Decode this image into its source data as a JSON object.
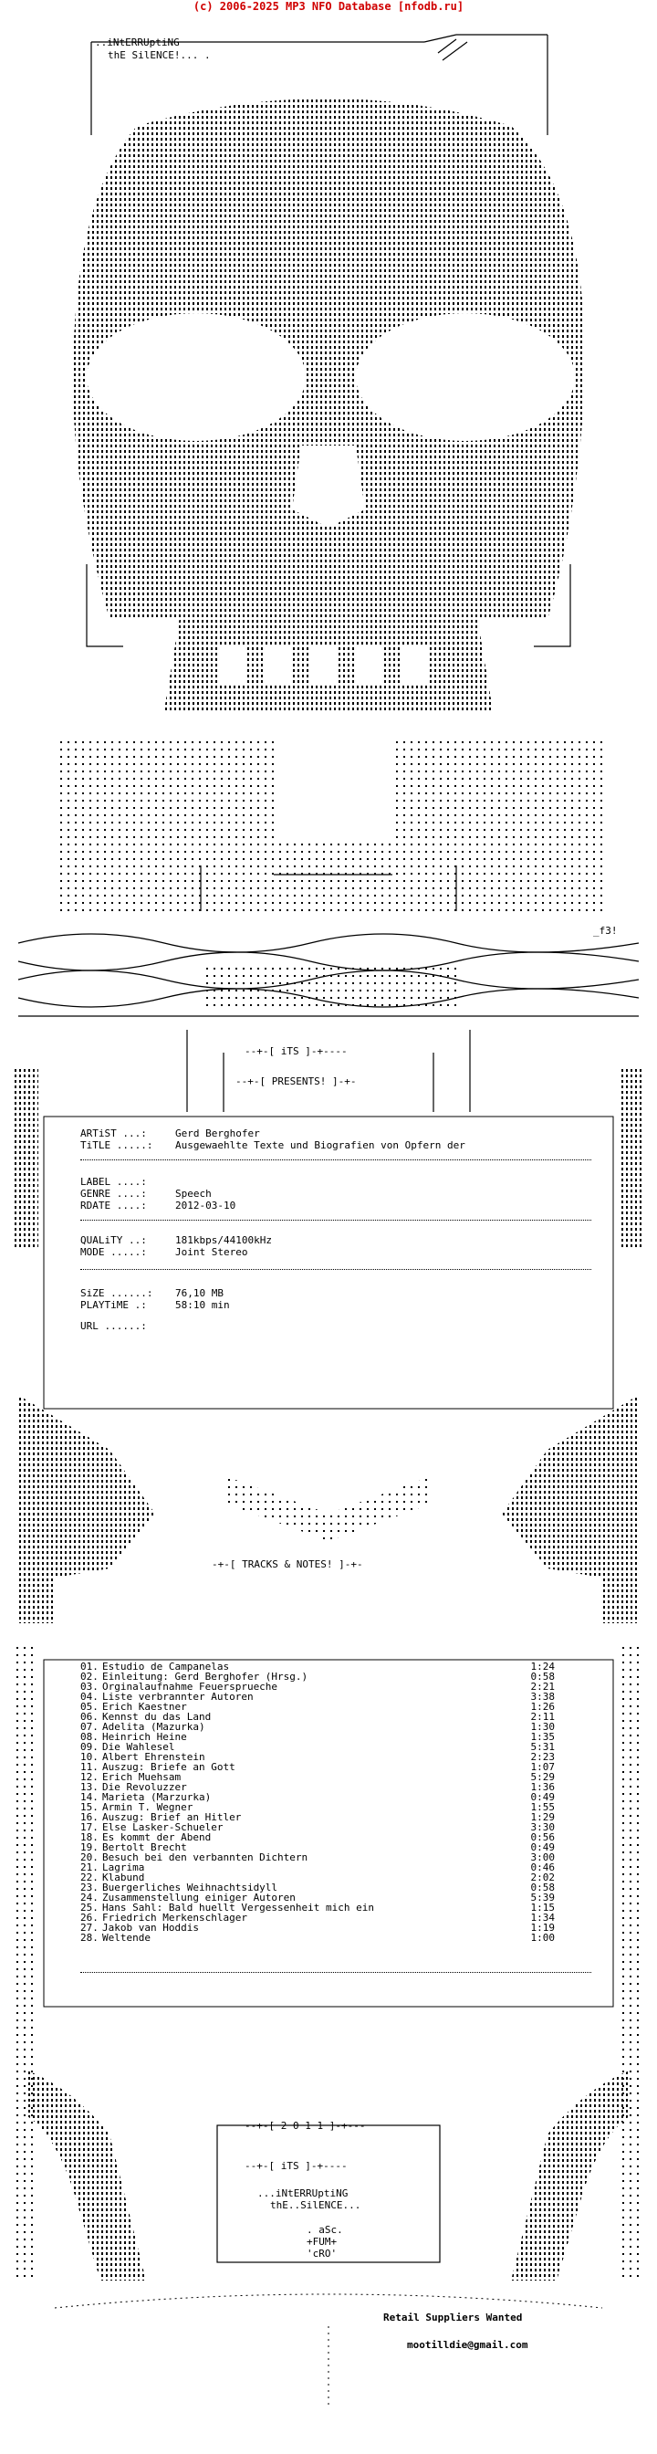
{
  "credit": "(c) 2006-2025 MP3 NFO Database [nfodb.ru]",
  "group_header": [
    "..iNtERRUptiNG",
    "thE SilENCE!... ."
  ],
  "presents": "--+-[ iTS ]-+----",
  "presents2": "--+-[ PRESENTS! ]-+-",
  "info": {
    "artist_label": "ARTiST ...:",
    "artist": "Gerd Berghofer",
    "title_label": "TiTLE .....:",
    "title": "Ausgewaehlte Texte und Biografien von Opfern der",
    "label_label": "LABEL ....:",
    "label": "",
    "genre_label": "GENRE ....:",
    "genre": "Speech",
    "rdate_label": "RDATE ....:",
    "rdate": "2012-03-10",
    "quality_label": "QUALiTY ..:",
    "quality": "181kbps/44100kHz",
    "mode_label": "MODE .....:",
    "mode": "Joint Stereo",
    "size_label": "SiZE ......:",
    "size": "76,10 MB",
    "playtime_label": "PLAYTiME .:",
    "playtime": "58:10 min",
    "url_label": "URL ......:",
    "url": ""
  },
  "tracks_header": "-+-[ TRACKS & NOTES! ]-+-",
  "tracks": [
    {
      "n": "01.",
      "t": "Estudio de Campanelas",
      "d": "1:24"
    },
    {
      "n": "02.",
      "t": "Einleitung: Gerd Berghofer (Hrsg.)",
      "d": "0:58"
    },
    {
      "n": "03.",
      "t": "Orginalaufnahme Feuersprueche",
      "d": "2:21"
    },
    {
      "n": "04.",
      "t": "Liste verbrannter Autoren",
      "d": "3:38"
    },
    {
      "n": "05.",
      "t": "Erich Kaestner",
      "d": "1:26"
    },
    {
      "n": "06.",
      "t": "Kennst du das Land",
      "d": "2:11"
    },
    {
      "n": "07.",
      "t": "Adelita (Mazurka)",
      "d": "1:30"
    },
    {
      "n": "08.",
      "t": "Heinrich Heine",
      "d": "1:35"
    },
    {
      "n": "09.",
      "t": "Die Wahlesel",
      "d": "5:31"
    },
    {
      "n": "10.",
      "t": "Albert Ehrenstein",
      "d": "2:23"
    },
    {
      "n": "11.",
      "t": "Auszug: Briefe an Gott",
      "d": "1:07"
    },
    {
      "n": "12.",
      "t": "Erich Muehsam",
      "d": "5:29"
    },
    {
      "n": "13.",
      "t": "Die Revoluzzer",
      "d": "1:36"
    },
    {
      "n": "14.",
      "t": "Marieta (Marzurka)",
      "d": "0:49"
    },
    {
      "n": "15.",
      "t": "Armin T. Wegner",
      "d": "1:55"
    },
    {
      "n": "16.",
      "t": "Auszug: Brief an Hitler",
      "d": "1:29"
    },
    {
      "n": "17.",
      "t": "Else Lasker-Schueler",
      "d": "3:30"
    },
    {
      "n": "18.",
      "t": "Es kommt der Abend",
      "d": "0:56"
    },
    {
      "n": "19.",
      "t": "Bertolt Brecht",
      "d": "0:49"
    },
    {
      "n": "20.",
      "t": "Besuch bei den verbannten Dichtern",
      "d": "3:00"
    },
    {
      "n": "21.",
      "t": "Lagrima",
      "d": "0:46"
    },
    {
      "n": "22.",
      "t": "Klabund",
      "d": "2:02"
    },
    {
      "n": "23.",
      "t": "Buergerliches Weihnachtsidyll",
      "d": "0:58"
    },
    {
      "n": "24.",
      "t": "Zusammenstellung einiger Autoren",
      "d": "5:39"
    },
    {
      "n": "25.",
      "t": "Hans Sahl: Bald huellt Vergessenheit mich ein",
      "d": "1:15"
    },
    {
      "n": "26.",
      "t": "Friedrich Merkenschlager",
      "d": "1:34"
    },
    {
      "n": "27.",
      "t": "Jakob van Hoddis",
      "d": "1:19"
    },
    {
      "n": "28.",
      "t": "Weltende",
      "d": "1:00"
    }
  ],
  "footer": {
    "year": "--+-[ 2 0 1 1 ]-+---",
    "its": "--+-[ iTS ]-+----",
    "group": "...iNtERRUptiNG",
    "group2": "thE..SilENCE...",
    "signature": [
      ". aSc.",
      "+FUM+",
      "'cRO'"
    ],
    "retail": "Retail Suppliers Wanted",
    "email": "mootilldie@gmail.com"
  },
  "art_tag": "_f3!"
}
